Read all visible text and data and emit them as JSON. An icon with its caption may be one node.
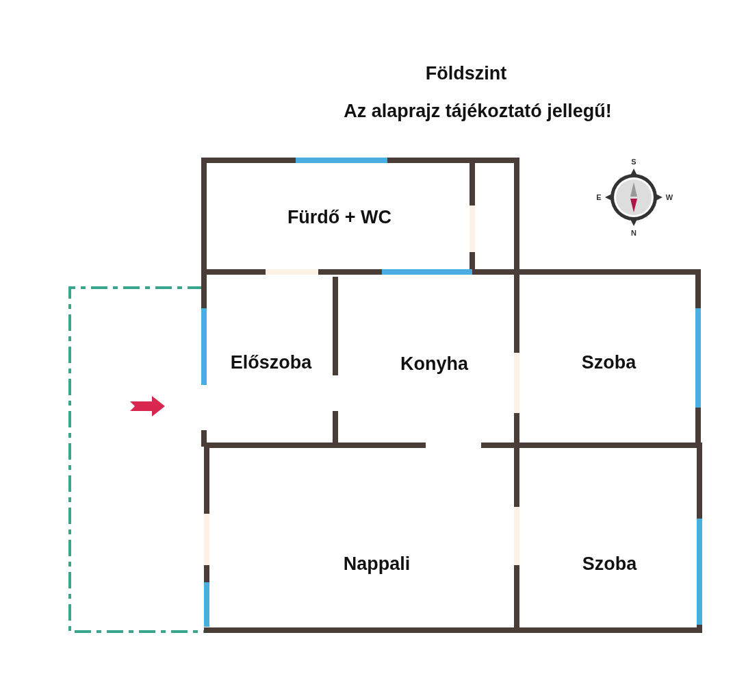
{
  "diagram": {
    "title": "Földszint",
    "nodes": [
      {
        "text": [
          "Fürdő + WC"
        ]
      },
      {
        "text": [
          "Előszoba"
        ]
      },
      {
        "text": [
          "Konyha"
        ]
      },
      {
        "text": [
          "Szoba"
        ]
      },
      {
        "text": [
          "Nappali"
        ]
      },
      {
        "text": [
          "Szoba"
        ]
      }
    ],
    "edges": [],
    "labels": [
      "Az alaprajz tájékoztató jellegű!",
      "S",
      "E",
      "W",
      "N"
    ]
  }
}
